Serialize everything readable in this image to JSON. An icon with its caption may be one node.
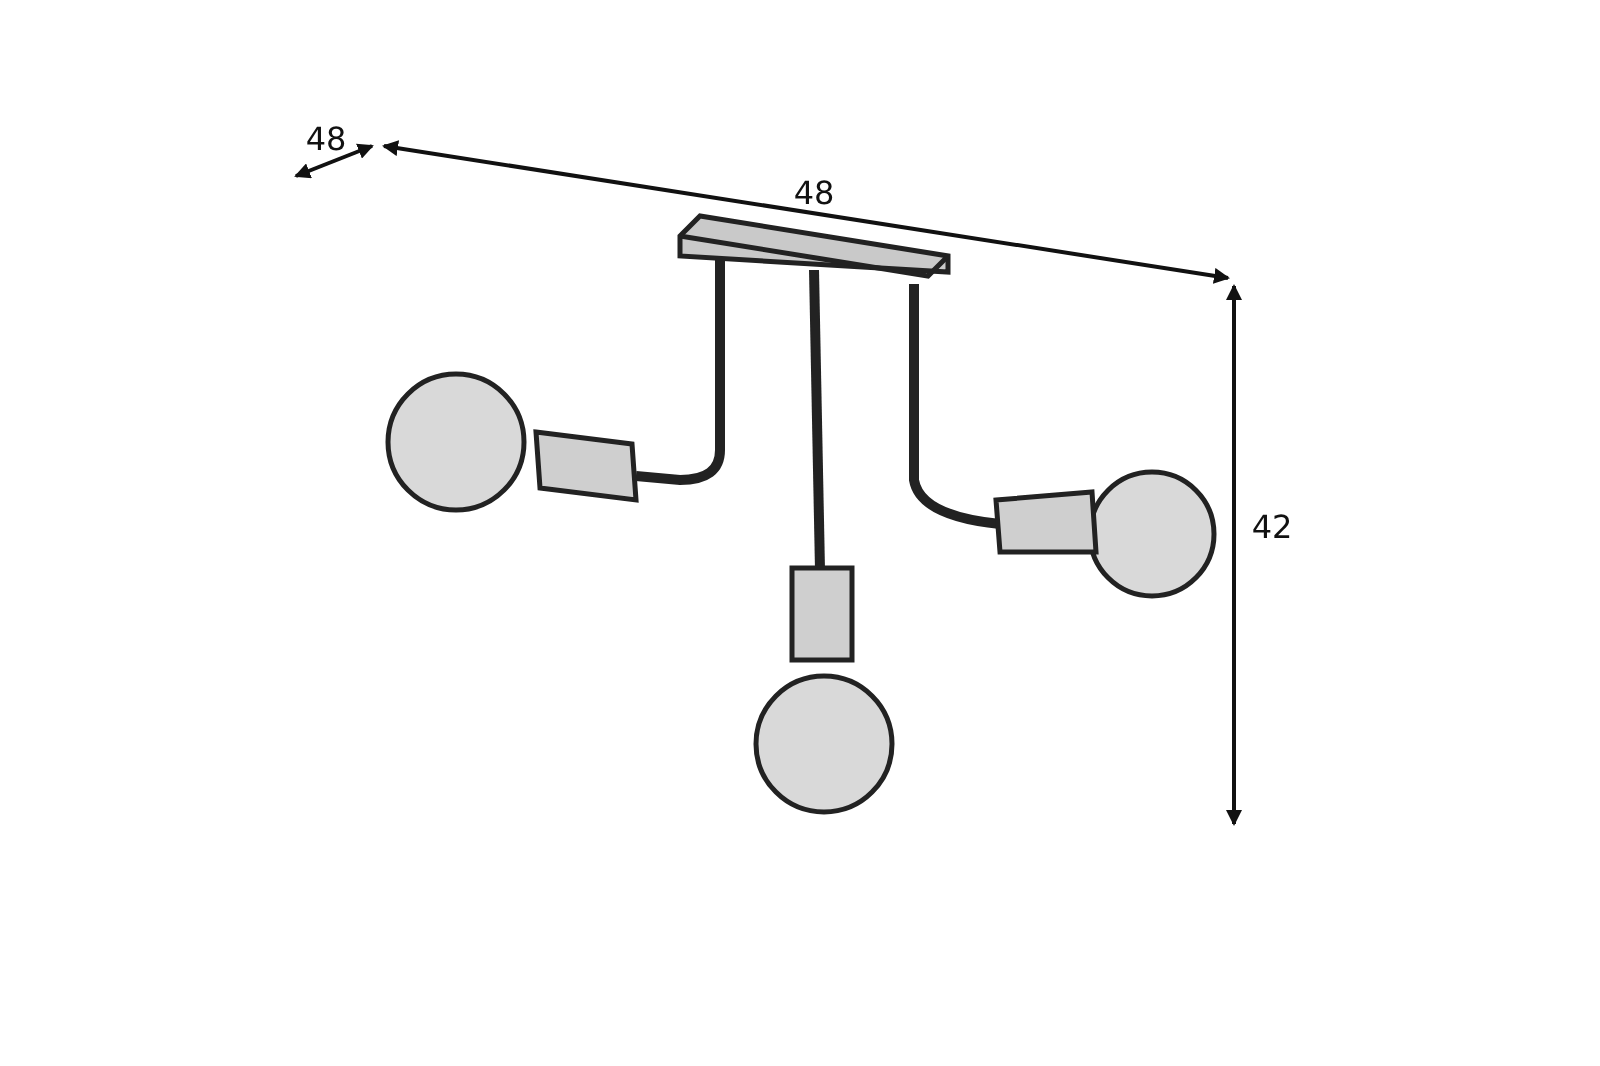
{
  "diagram": {
    "labels": [
      "48",
      "48",
      "42"
    ]
  }
}
